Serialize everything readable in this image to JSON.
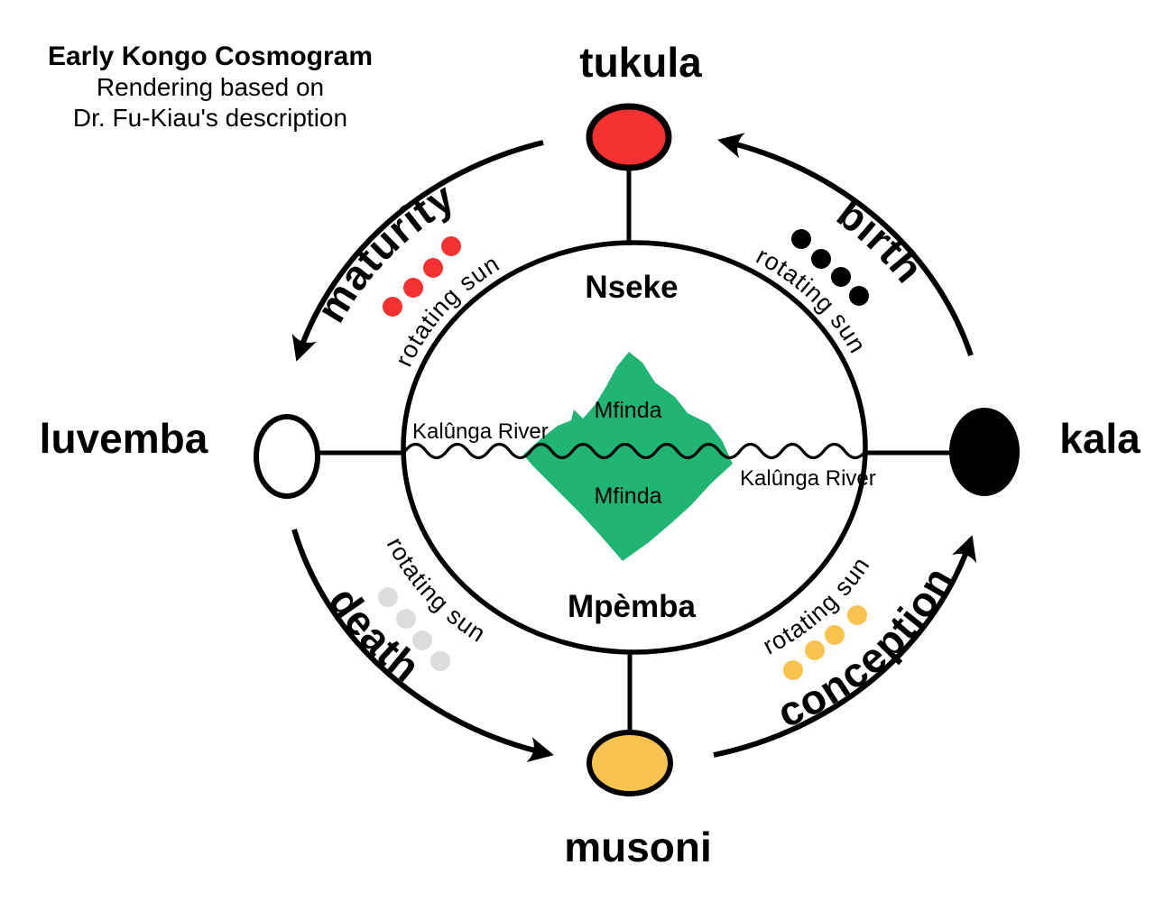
{
  "title": {
    "line1": "Early Kongo Cosmogram",
    "line2": "Rendering based on",
    "line3": "Dr. Fu-Kiau's description"
  },
  "nodes": {
    "top": {
      "label": "tukula",
      "color": "#f53131"
    },
    "right": {
      "label": "kala",
      "color": "#000000"
    },
    "bottom": {
      "label": "musoni",
      "color": "#f8c44f"
    },
    "left": {
      "label": "luvemba",
      "color": "#ffffff"
    }
  },
  "circle": {
    "upper_world": "Nseke",
    "lower_world": "Mpèmba",
    "forest_upper": "Mfinda",
    "forest_lower": "Mfinda",
    "river_left": "Kalûnga River",
    "river_right": "Kalûnga River"
  },
  "cycle": {
    "maturity": {
      "label": "maturity",
      "dot_color": "#f53131"
    },
    "birth": {
      "label": "birth",
      "dot_color": "#000000"
    },
    "death": {
      "label": "death",
      "dot_color": "#dcdcdc"
    },
    "conception": {
      "label": "conception",
      "dot_color": "#f8c44f"
    },
    "rotating_sun": "rotating sun"
  },
  "colors": {
    "red": "#f53131",
    "green": "#21b573",
    "yellow": "#f8c44f",
    "gray": "#dcdcdc",
    "black": "#000000",
    "white": "#ffffff",
    "line": "#000000"
  }
}
